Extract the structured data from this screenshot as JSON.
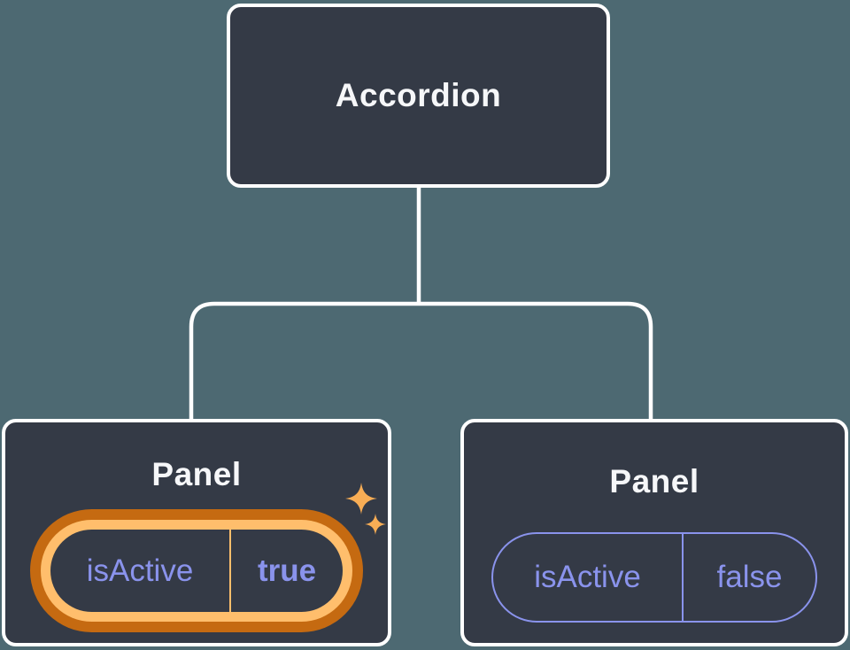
{
  "theme": {
    "background_color": "#4D6972",
    "node_bg": "#343A46",
    "node_border": "#FFFFFF",
    "node_text": "#F6F7F9",
    "purple": "#8A93EC",
    "orange_dark": "#C56A11",
    "orange_light": "#FFBE6C",
    "sparkle_color": "#F8AD55",
    "connector": "#FFFFFF"
  },
  "diagram": {
    "type": "component-tree",
    "root": {
      "label": "Accordion"
    },
    "children": [
      {
        "label": "Panel",
        "state": {
          "key": "isActive",
          "value": "true"
        },
        "highlighted": true
      },
      {
        "label": "Panel",
        "state": {
          "key": "isActive",
          "value": "false"
        },
        "highlighted": false
      }
    ]
  }
}
